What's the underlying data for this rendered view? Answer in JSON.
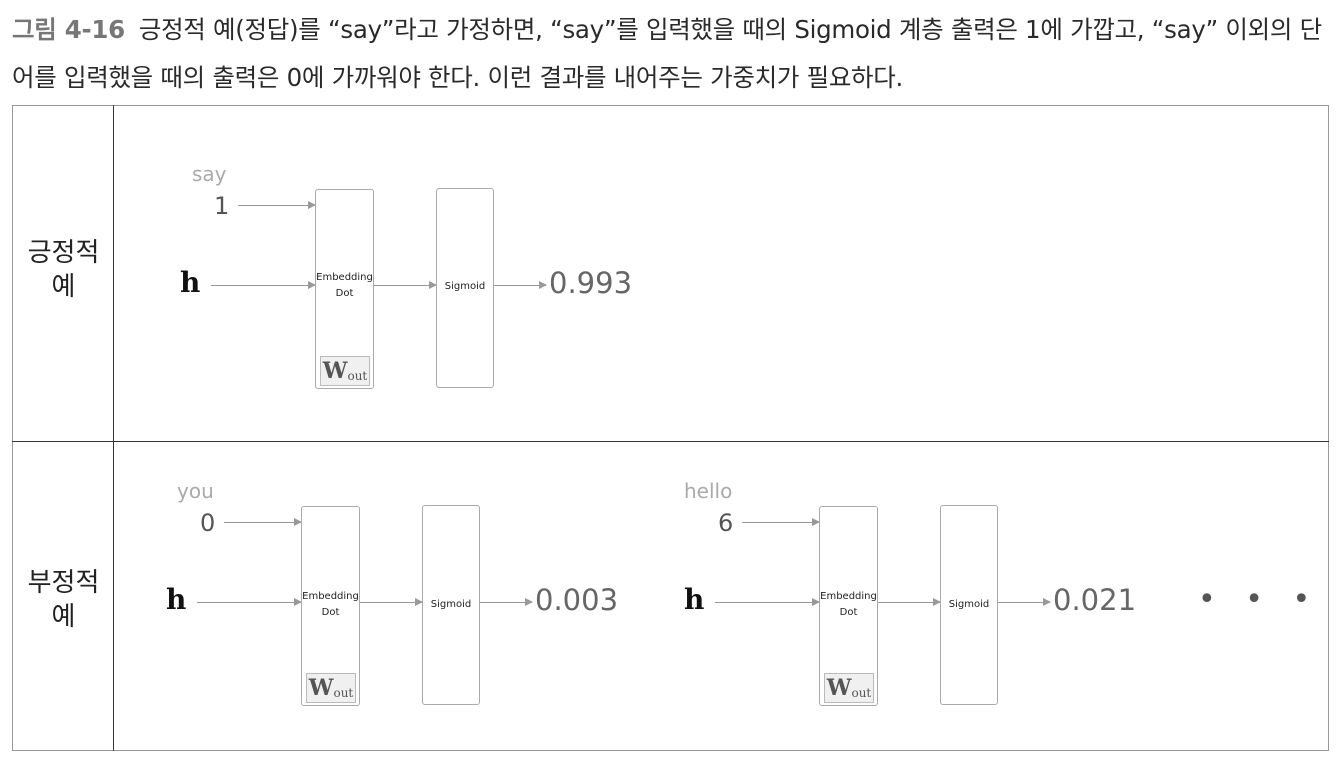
{
  "caption": {
    "figure": "그림 4-16",
    "text": "긍정적 예(정답)를 “say”라고 가정하면, “say”를 입력했을 때의 Sigmoid 계층 출력은 1에 가깝고, “say” 이외의 단어를 입력했을 때의 출력은 0에 가까워야 한다. 이런 결과를 내어주는 가중치가 필요하다."
  },
  "rows": {
    "positive": {
      "label": "긍정적\n예"
    },
    "negative": {
      "label": "부정적\n예"
    }
  },
  "hidden_label": "h",
  "embed_lines": [
    "Embedding",
    "Dot"
  ],
  "sigmoid_label": "Sigmoid",
  "weight": {
    "main": "W",
    "sub": "out"
  },
  "examples": [
    {
      "word": "say",
      "index": "1",
      "output": "0.993"
    },
    {
      "word": "you",
      "index": "0",
      "output": "0.003"
    },
    {
      "word": "hello",
      "index": "6",
      "output": "0.021"
    }
  ],
  "ellipsis": "• • •"
}
